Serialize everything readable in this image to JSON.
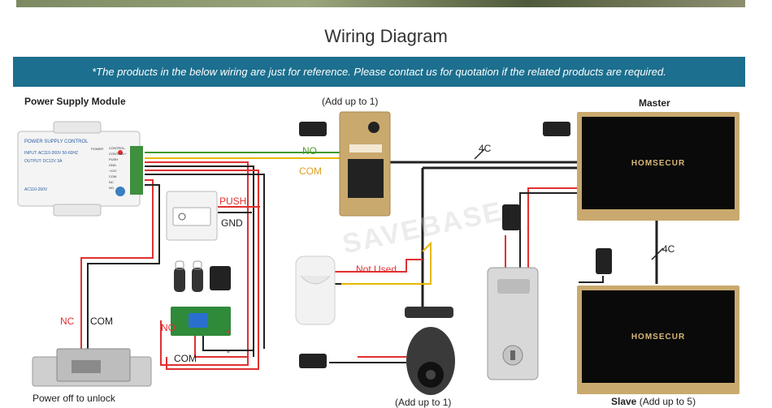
{
  "title": "Wiring Diagram",
  "banner": "*The products in the below wiring are just for reference. Please contact us for quotation if the related products are required.",
  "labels": {
    "power_supply": "Power Supply Module",
    "add_up_1_top": "(Add up to 1)",
    "master": "Master",
    "no_top": "NO",
    "com_top": "COM",
    "four_c_top": "4C",
    "push": "PUSH",
    "gnd": "GND",
    "not_used": "Not Used",
    "four_c_right": "4C",
    "nc": "NC",
    "com_left": "COM",
    "no_relay": "NO",
    "plus": "+",
    "minus": "-",
    "com_relay": "COM",
    "power_off": "Power off to unlock",
    "add_up_1_bottom": "(Add up to 1)",
    "slave_bold": "Slave",
    "slave_rest": " (Add up to 5)"
  },
  "psu_text": {
    "line1": "POWER SUPPLY CONTROL",
    "line2": "INPUT: AC110-260V 50-60HZ",
    "line3": "OUTPUT: DC12V  3A",
    "line4": "AC110-260V",
    "power": "POWER",
    "terms": [
      "CONTROL-",
      "CONTROL+",
      "PUSH",
      "GND",
      "+12V",
      "COM",
      "NC",
      "NO"
    ]
  },
  "brand": "HOMSECUR",
  "watermark": "SAVEBASE",
  "colors": {
    "banner_bg": "#1c6f8e",
    "wire_red": "#e03030",
    "wire_black": "#222222",
    "wire_green": "#3f9a2a",
    "wire_yellow": "#e6b800",
    "monitor_gold": "#c9a96e"
  }
}
